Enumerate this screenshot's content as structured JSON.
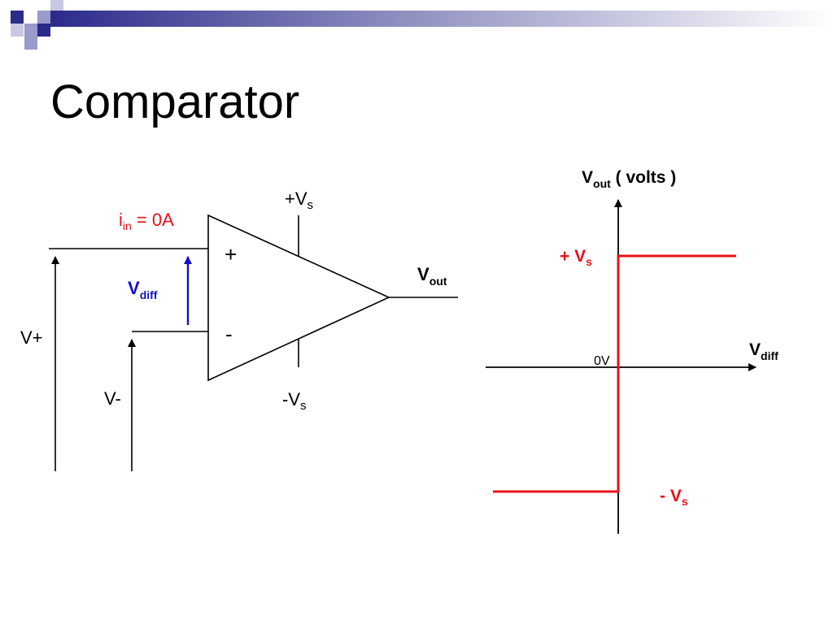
{
  "slide": {
    "title": "Comparator",
    "accent_color": "#2b2b8c"
  },
  "circuit": {
    "current_label": {
      "symbol": "i",
      "sub": "in",
      "rest": " = 0A"
    },
    "vdiff_label": {
      "symbol": "V",
      "sub": "diff"
    },
    "plus_input_label": "V+",
    "minus_input_label": "V-",
    "plus_sign": "+",
    "minus_sign": "-",
    "pos_supply": {
      "symbol": "+V",
      "sub": "s"
    },
    "neg_supply": {
      "symbol": "-V",
      "sub": "s"
    },
    "output_label": {
      "symbol": "V",
      "sub": "out"
    },
    "colors": {
      "current": "#e8101a",
      "vdiff": "#1010c8",
      "line": "#000000"
    }
  },
  "transfer_graph": {
    "y_axis_label": {
      "symbol": "V",
      "sub": "out",
      "rest": " ( volts )"
    },
    "x_axis_label": {
      "symbol": "V",
      "sub": "diff"
    },
    "origin_label": "0V",
    "high_label": {
      "symbol": "+ V",
      "sub": "s"
    },
    "low_label": {
      "symbol": "- V",
      "sub": "s"
    },
    "colors": {
      "trace": "#e8101a",
      "axes": "#000000"
    }
  }
}
